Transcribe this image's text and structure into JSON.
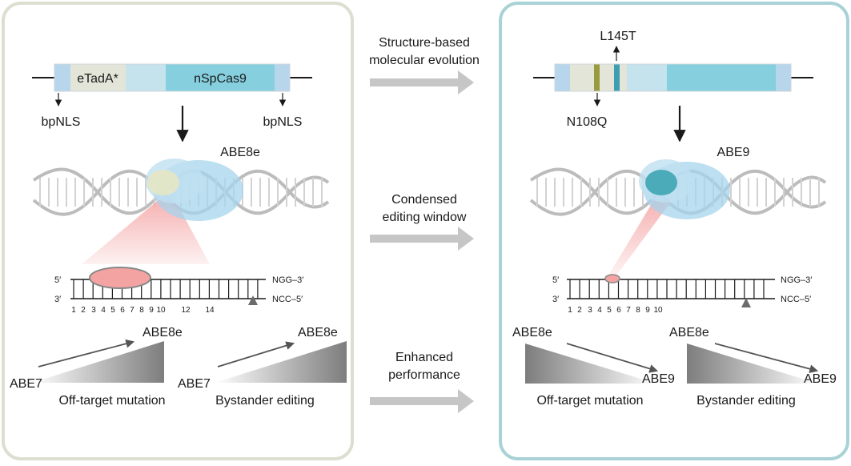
{
  "colors": {
    "left_panel_border": "#dcdfd0",
    "right_panel_border": "#a9d2d6",
    "nls": "#b7d6ec",
    "tada": "#e3e5d8",
    "linker": "#c5e3ec",
    "cas9": "#86cfdf",
    "mutation_dark": "#9a9a3e",
    "mutation_teal": "#3f9eb0",
    "cloud": "#a6d4ec",
    "deaminase_8e": "#e4e6c6",
    "deaminase_9": "#44a8b4",
    "highlight": "#f4a3a3",
    "arrow_gray": "#c6c6c6"
  },
  "left": {
    "construct": {
      "label_tada": "eTadA*",
      "label_cas9": "nSpCas9",
      "nls_left": "bpNLS",
      "nls_right": "bpNLS"
    },
    "editor_label": "ABE8e",
    "strand": {
      "top_label_left": "5′",
      "top_label_right": "NGG–3′",
      "bottom_label_left": "3′",
      "bottom_label_right": "NCC–5′",
      "positions": [
        "1",
        "2",
        "3",
        "4",
        "5",
        "6",
        "7",
        "8",
        "9",
        "10",
        "12",
        "14"
      ]
    },
    "trend1": {
      "from": "ABE7",
      "to": "ABE8e",
      "caption": "Off-target mutation"
    },
    "trend2": {
      "from": "ABE7",
      "to": "ABE8e",
      "caption": "Bystander editing"
    }
  },
  "middle": {
    "step1": [
      "Structure-based",
      "molecular evolution"
    ],
    "step2": [
      "Condensed",
      "editing window"
    ],
    "step3": [
      "Enhanced",
      "performance"
    ]
  },
  "right": {
    "construct": {
      "mutation_top": "L145T",
      "mutation_bottom": "N108Q"
    },
    "editor_label": "ABE9",
    "strand": {
      "top_label_left": "5′",
      "top_label_right": "NGG–3′",
      "bottom_label_left": "3′",
      "bottom_label_right": "NCC–5′",
      "positions": [
        "1",
        "2",
        "3",
        "4",
        "5",
        "6",
        "7",
        "8",
        "9",
        "10"
      ]
    },
    "trend1": {
      "from": "ABE8e",
      "to": "ABE9",
      "caption": "Off-target mutation"
    },
    "trend2": {
      "from": "ABE8e",
      "to": "ABE9",
      "caption": "Bystander editing"
    }
  }
}
